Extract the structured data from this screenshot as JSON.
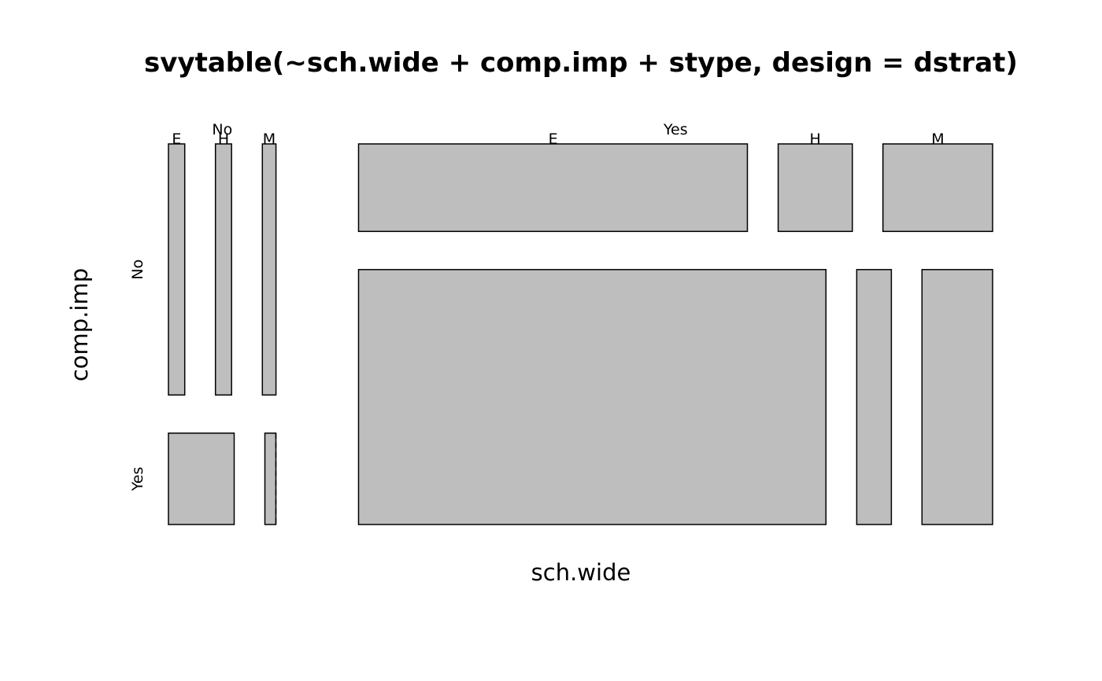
{
  "chart_data": {
    "type": "mosaic",
    "title": "svytable(~sch.wide + comp.imp + stype, design = dstrat)",
    "xlabel": "sch.wide",
    "ylabel": "comp.imp",
    "levels": {
      "sch.wide": [
        "No",
        "Yes"
      ],
      "comp.imp": [
        "No",
        "Yes"
      ],
      "stype": [
        "E",
        "H",
        "M"
      ]
    },
    "cells": [
      {
        "sch.wide": "No",
        "comp.imp": "No",
        "stype": "E",
        "freq": 406
      },
      {
        "sch.wide": "No",
        "comp.imp": "No",
        "stype": "H",
        "freq": 402
      },
      {
        "sch.wide": "No",
        "comp.imp": "No",
        "stype": "M",
        "freq": 338
      },
      {
        "sch.wide": "No",
        "comp.imp": "Yes",
        "stype": "E",
        "freq": 357
      },
      {
        "sch.wide": "No",
        "comp.imp": "Yes",
        "stype": "H",
        "freq": 60
      },
      {
        "sch.wide": "No",
        "comp.imp": "Yes",
        "stype": "M",
        "freq": 0
      },
      {
        "sch.wide": "Yes",
        "comp.imp": "No",
        "stype": "E",
        "freq": 1600
      },
      {
        "sch.wide": "Yes",
        "comp.imp": "No",
        "stype": "H",
        "freq": 305
      },
      {
        "sch.wide": "Yes",
        "comp.imp": "No",
        "stype": "M",
        "freq": 451
      },
      {
        "sch.wide": "Yes",
        "comp.imp": "Yes",
        "stype": "E",
        "freq": 5603
      },
      {
        "sch.wide": "Yes",
        "comp.imp": "Yes",
        "stype": "H",
        "freq": 415
      },
      {
        "sch.wide": "Yes",
        "comp.imp": "Yes",
        "stype": "M",
        "freq": 846
      }
    ],
    "fill_color": "#bebebe",
    "stroke_color": "#000000"
  }
}
